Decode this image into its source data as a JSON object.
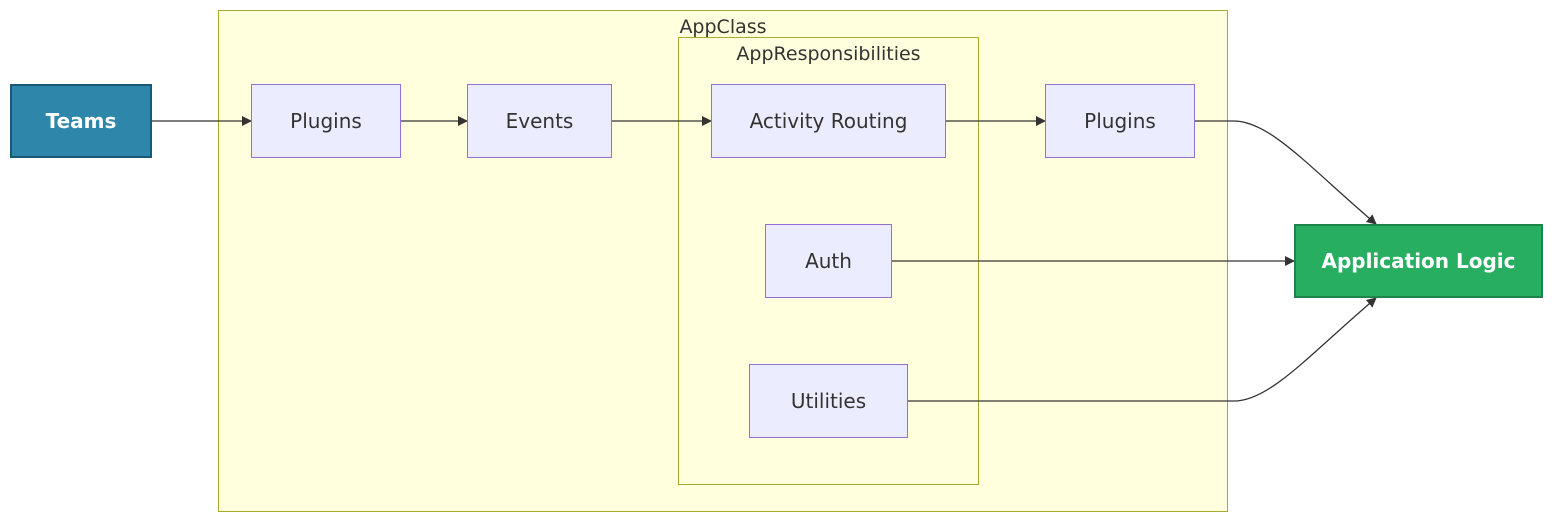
{
  "diagram": {
    "clusters": {
      "app_class": "AppClass",
      "app_responsibilities": "AppResponsibilities"
    },
    "nodes": {
      "teams": "Teams",
      "plugins_in": "Plugins",
      "events": "Events",
      "activity_routing": "Activity Routing",
      "auth": "Auth",
      "utilities": "Utilities",
      "plugins_out": "Plugins",
      "application_logic": "Application Logic"
    },
    "edges": [
      {
        "from": "teams",
        "to": "plugins_in"
      },
      {
        "from": "plugins_in",
        "to": "events"
      },
      {
        "from": "events",
        "to": "activity_routing"
      },
      {
        "from": "activity_routing",
        "to": "plugins_out"
      },
      {
        "from": "plugins_out",
        "to": "application_logic"
      },
      {
        "from": "auth",
        "to": "application_logic"
      },
      {
        "from": "utilities",
        "to": "application_logic"
      }
    ],
    "colors": {
      "cluster_fill": "#ffffde",
      "cluster_border": "#aaaa33",
      "node_fill": "#ececff",
      "node_border": "#9370db",
      "teams_fill": "#2e86ab",
      "application_logic_fill": "#27ae60",
      "edge": "#333333"
    }
  }
}
